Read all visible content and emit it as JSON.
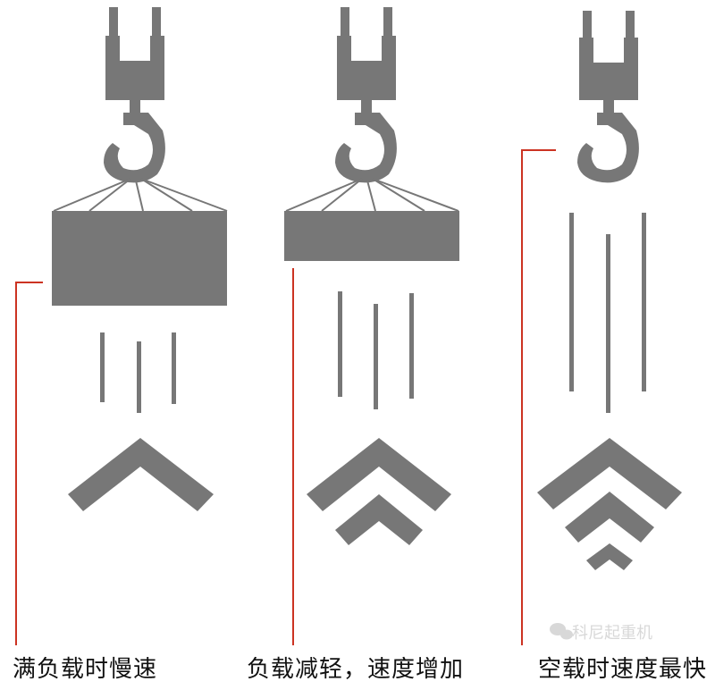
{
  "colors": {
    "shape": "#777777",
    "line": "#cc3322",
    "text": "#111111",
    "watermark": "#d8d8d8",
    "background": "#ffffff"
  },
  "icons": [
    "crane-hook-icon",
    "load-block-icon",
    "speed-line-icon",
    "up-chevron-icon",
    "wechat-icon"
  ],
  "captions": {
    "full_load": "满负载时慢速",
    "reduced_load": "负载减轻，速度增加",
    "no_load": "空载时速度最快"
  },
  "watermark": {
    "text": "科尼起重机"
  }
}
